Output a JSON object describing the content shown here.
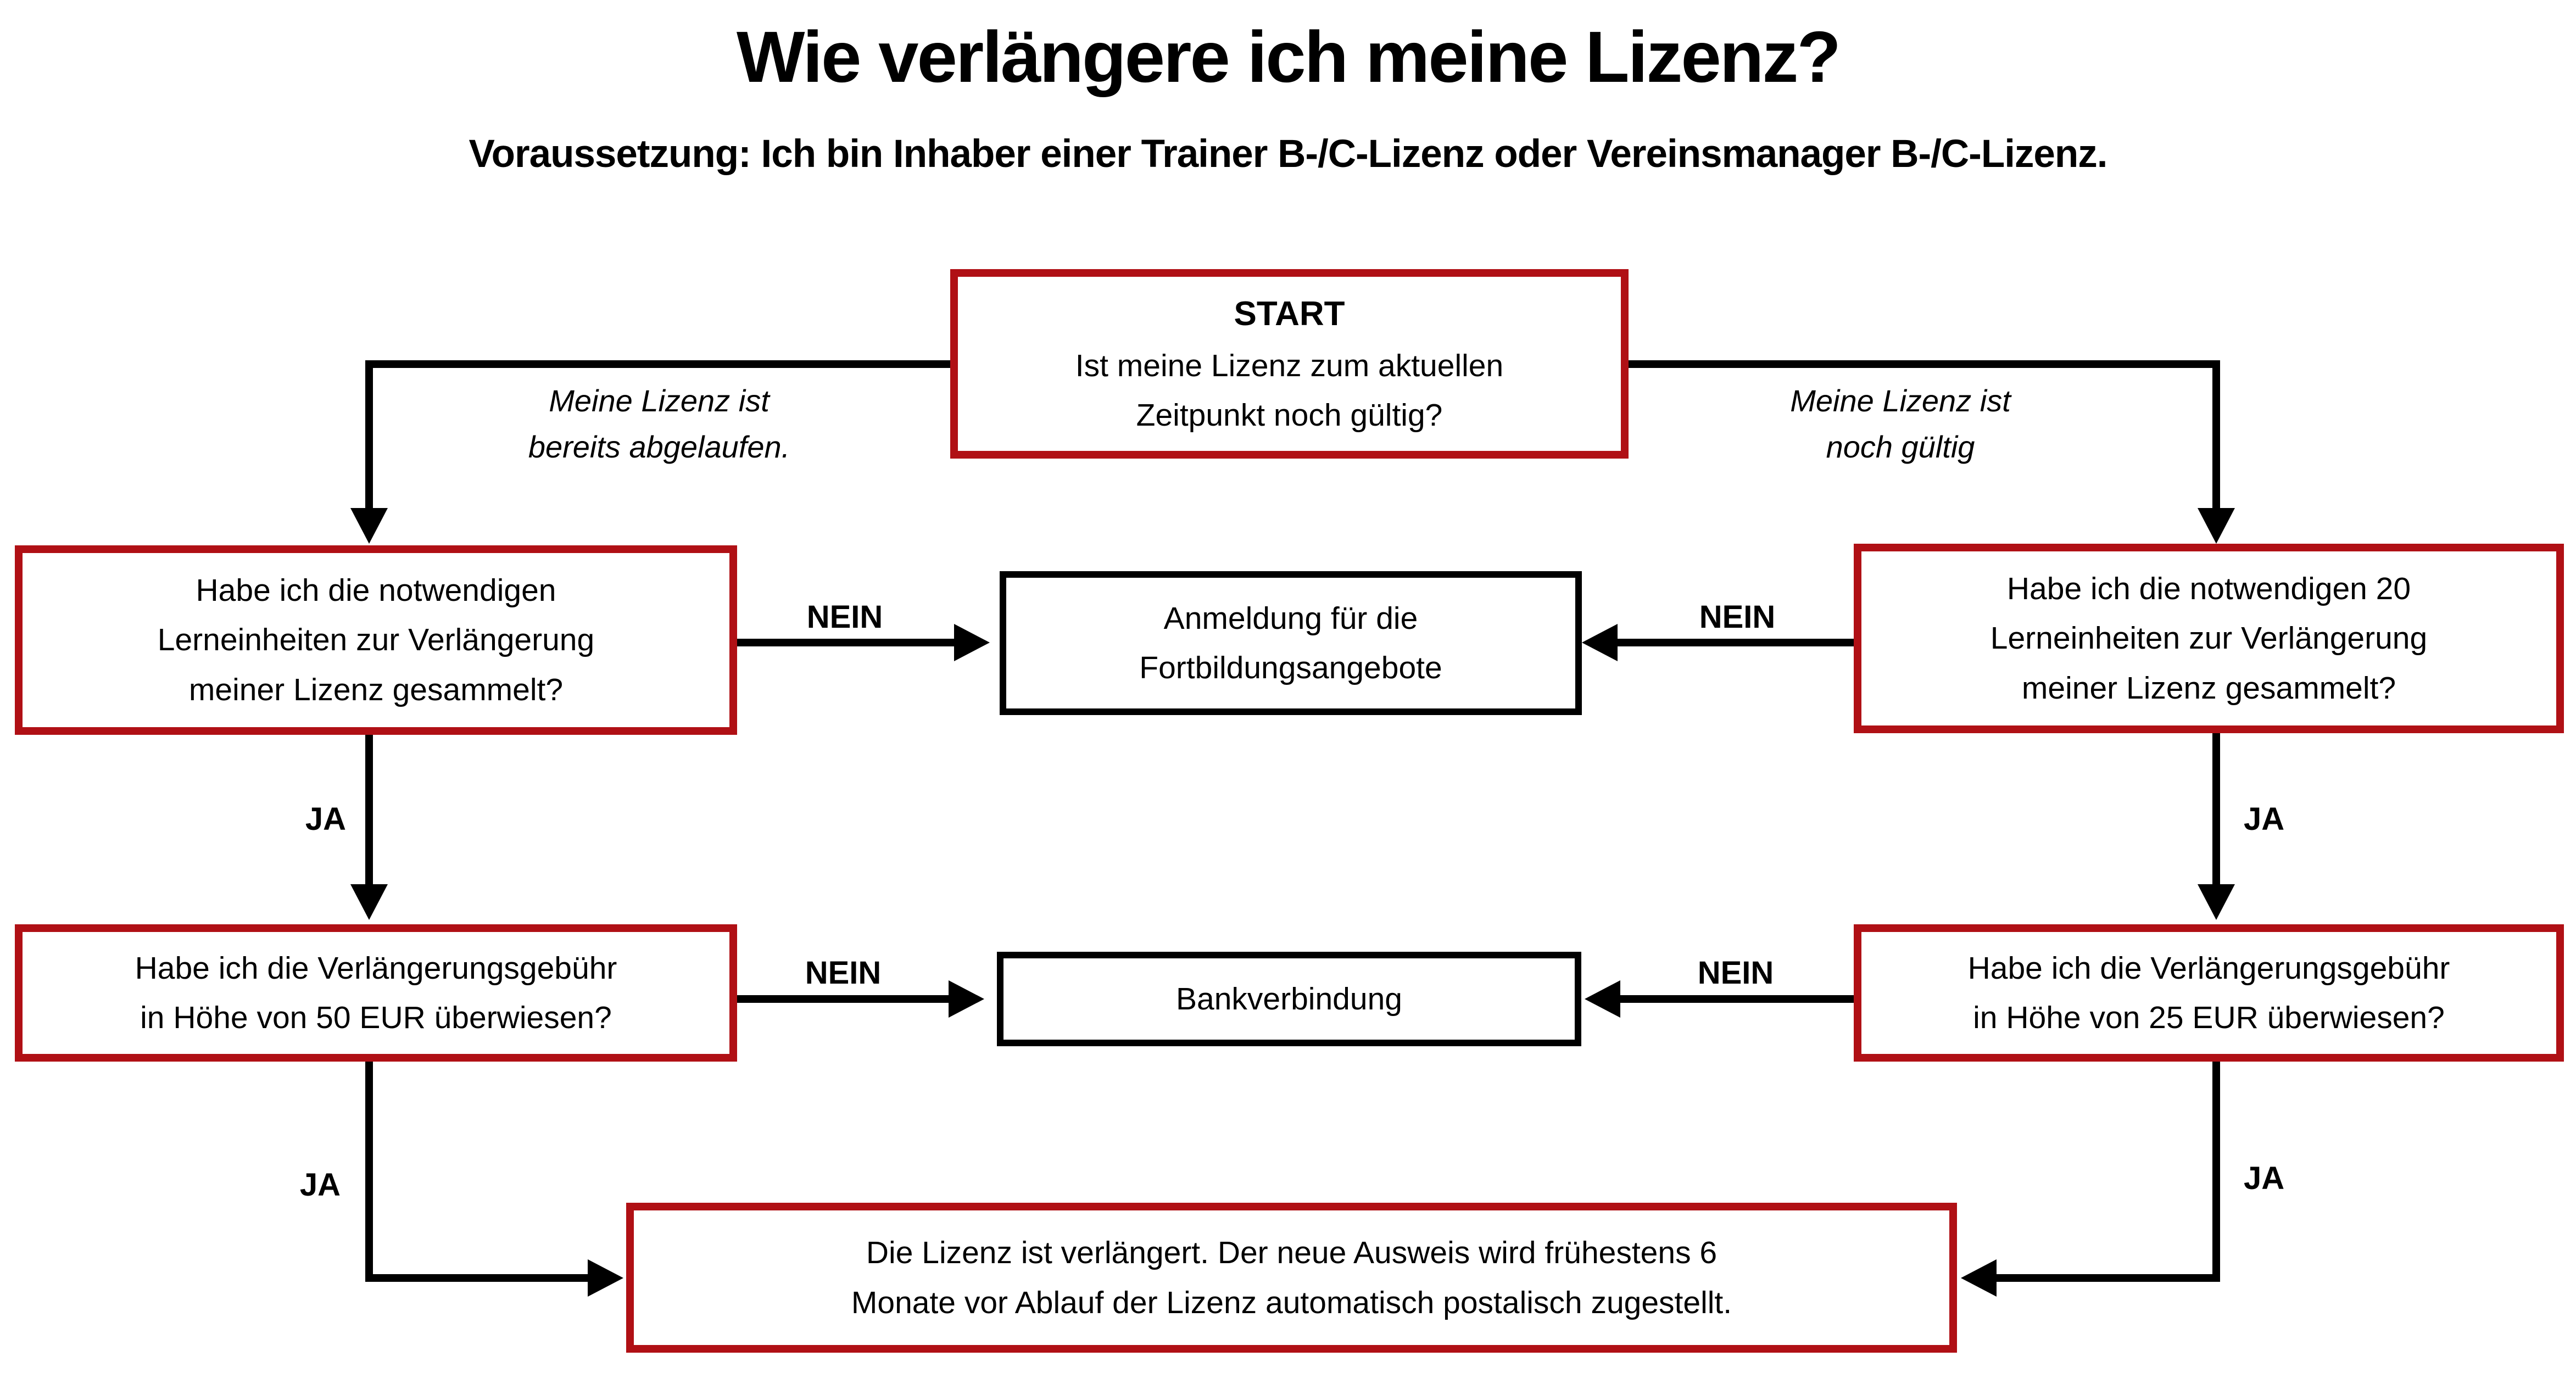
{
  "title": "Wie verlängere ich meine Lizenz?",
  "subtitle": "Voraussetzung: Ich bin Inhaber einer Trainer B-/C-Lizenz oder Vereinsmanager B-/C-Lizenz.",
  "colors": {
    "accent_red": "#B01015",
    "line_black": "#000000",
    "background": "#FFFFFF"
  },
  "labels": {
    "yes": "JA",
    "no": "NEIN"
  },
  "branches": {
    "left_note": "Meine Lizenz ist\nbereits abgelaufen.",
    "right_note": "Meine Lizenz ist\nnoch gültig"
  },
  "nodes": {
    "start_title": "START",
    "start_question": "Ist meine Lizenz zum aktuellen\nZeitpunkt noch gültig?",
    "left_question_1": "Habe ich die notwendigen\nLerneinheiten zur Verlängerung\nmeiner Lizenz gesammelt?",
    "right_question_1": "Habe ich die notwendigen 20\nLerneinheiten zur Verlängerung\nmeiner Lizenz gesammelt?",
    "action_training": "Anmeldung für die\nFortbildungsangebote",
    "left_question_2": "Habe ich die Verlängerungsgebühr\nin Höhe von 50 EUR überwiesen?",
    "right_question_2": "Habe ich die Verlängerungsgebühr\nin Höhe von 25 EUR überwiesen?",
    "action_bank": "Bankverbindung",
    "result": "Die Lizenz ist verlängert. Der neue Ausweis wird frühestens 6\nMonate vor Ablauf der Lizenz automatisch postalisch zugestellt."
  }
}
